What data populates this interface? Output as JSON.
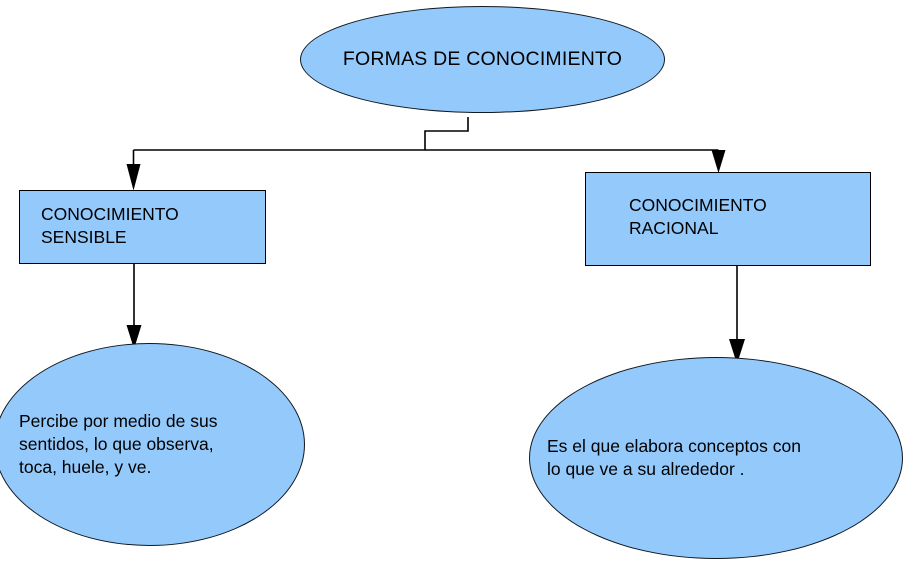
{
  "diagram": {
    "title": "FORMAS DE CONOCIMIENTO",
    "type": "flowchart",
    "background_color": "#ffffff",
    "node_fill_color": "#94c9fc",
    "node_stroke_color": "#000000",
    "text_color": "#000000",
    "nodes": {
      "root": {
        "label": "FORMAS DE CONOCIMIENTO",
        "shape": "ellipse"
      },
      "sensible": {
        "label": "CONOCIMIENTO\nSENSIBLE",
        "shape": "rectangle"
      },
      "racional": {
        "label": "CONOCIMIENTO\nRACIONAL",
        "shape": "rectangle"
      },
      "sensible_detail": {
        "label": "Percibe por medio de sus\nsentidos, lo que observa,\ntoca, huele, y ve.",
        "shape": "ellipse"
      },
      "racional_detail": {
        "label": "Es el que elabora conceptos con\nlo que ve a su alrededor .",
        "shape": "ellipse"
      }
    },
    "edges": [
      {
        "from": "root",
        "to": "sensible",
        "style": "orthogonal-arrow"
      },
      {
        "from": "root",
        "to": "racional",
        "style": "orthogonal-arrow"
      },
      {
        "from": "sensible",
        "to": "sensible_detail",
        "style": "straight-arrow"
      },
      {
        "from": "racional",
        "to": "racional_detail",
        "style": "straight-arrow"
      }
    ]
  }
}
